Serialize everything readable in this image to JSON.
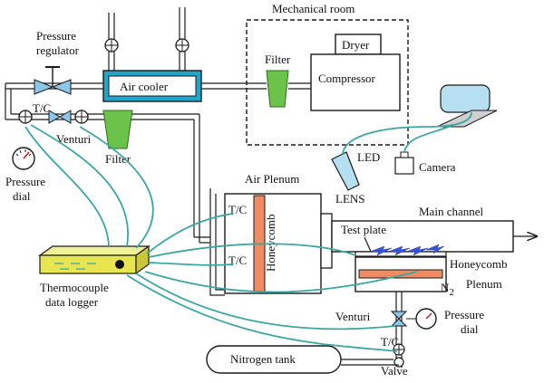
{
  "labels": {
    "mechanical_room": "Mechanical room",
    "pressure_regulator_1": "Pressure",
    "pressure_regulator_2": "regulator",
    "dryer": "Dryer",
    "compressor": "Compressor",
    "filter_top": "Filter",
    "air_cooler": "Air cooler",
    "tc_top": "T/C",
    "venturi_top": "Venturi",
    "filter_left": "Filter",
    "pressure_dial_1": "Pressure",
    "pressure_dial_2": "dial",
    "led": "LED",
    "lens": "LENS",
    "camera": "Camera",
    "air_plenum": "Air Plenum",
    "tc_plenum_top": "T/C",
    "tc_plenum_bottom": "T/C",
    "honeycomb_vertical": "Honeycomb",
    "main_channel": "Main channel",
    "test_plate": "Test plate",
    "honeycomb_right": "Honeycomb",
    "n2_main": "N",
    "n2_sub": "2",
    "plenum_right": "Plenum",
    "thermocouple_1": "Thermocouple",
    "thermocouple_2": "data logger",
    "venturi_bottom": "Venturi",
    "pressure_dial_bottom_1": "Pressure",
    "pressure_dial_bottom_2": "dial",
    "tc_bottom": "T/C",
    "nitrogen_tank": "Nitrogen tank",
    "valve": "Valve"
  },
  "colors": {
    "line": "#1a1a1a",
    "cyan_wire": "#3aa7a3",
    "air_cooler_fill": "#20a6c8",
    "filter_fill": "#6cc34a",
    "honeycomb_fill": "#f08a63",
    "logger_fill": "#e8e650",
    "valve_fill": "#8cc7ea",
    "camera_fill": "#b6e0f1"
  },
  "icons": [
    "valve-icon",
    "gauge-icon",
    "camera-icon",
    "led-icon",
    "laptop-icon",
    "arrow-icon"
  ]
}
